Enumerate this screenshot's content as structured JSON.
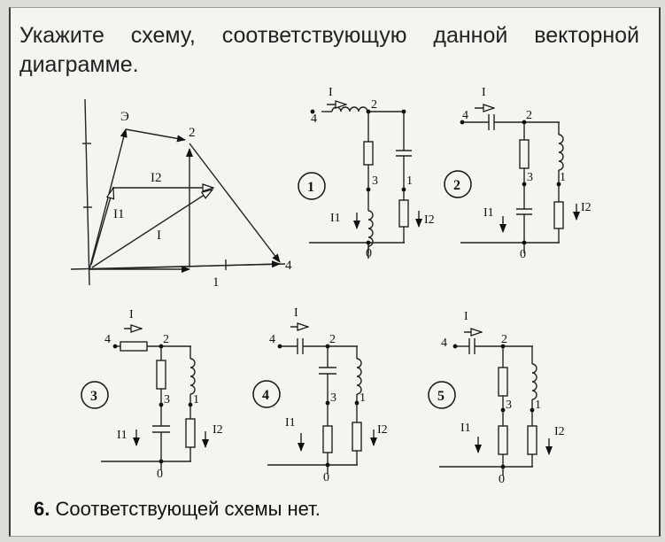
{
  "question": {
    "text": "Укажите схему, соответствующую данной векторной диаграмме."
  },
  "answer6": {
    "number": "6.",
    "text": "Соответствующей схемы нет."
  },
  "vector_diagram": {
    "point_labels": [
      "Э",
      "2",
      "4",
      "1"
    ],
    "current_labels": [
      "I2",
      "I1",
      "I"
    ]
  },
  "circuits": [
    {
      "number": "1",
      "current": "I",
      "node_in": "4",
      "node_top": "2",
      "node_left_mid": "3",
      "node_right_mid": "1",
      "node_bottom": "0",
      "i1": "I1",
      "i2": "I2"
    },
    {
      "number": "2",
      "current": "I",
      "node_in": "4",
      "node_top": "2",
      "node_left_mid": "3",
      "node_right_mid": "1",
      "node_bottom": "0",
      "i1": "I1",
      "i2": "I2"
    },
    {
      "number": "3",
      "current": "I",
      "node_in": "4",
      "node_top": "2",
      "node_left_mid": "3",
      "node_right_mid": "1",
      "node_bottom": "0",
      "i1": "I1",
      "i2": "I2"
    },
    {
      "number": "4",
      "current": "I",
      "node_in": "4",
      "node_top": "2",
      "node_left_mid": "3",
      "node_right_mid": "1",
      "node_bottom": "0",
      "i1": "I1",
      "i2": "I2"
    },
    {
      "number": "5",
      "current": "I",
      "node_in": "4",
      "node_top": "2",
      "node_left_mid": "3",
      "node_right_mid": "1",
      "node_bottom": "0",
      "i1": "I1",
      "i2": "I2"
    }
  ]
}
